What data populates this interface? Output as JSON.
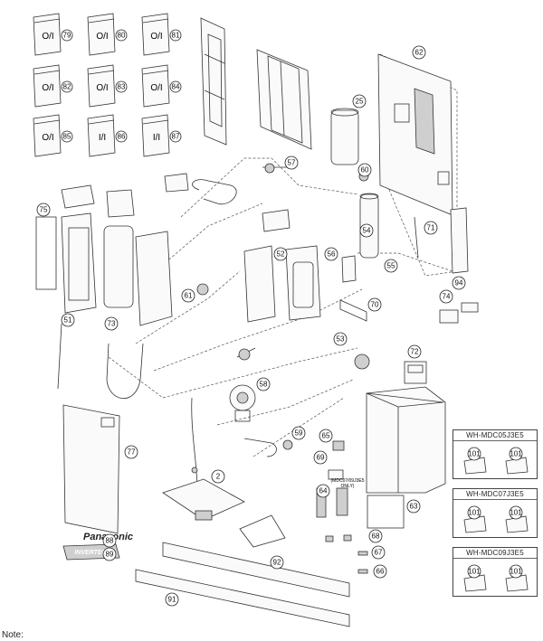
{
  "manuals": [
    {
      "label": "O/I",
      "number": "79"
    },
    {
      "label": "O/I",
      "number": "80"
    },
    {
      "label": "O/I",
      "number": "81"
    },
    {
      "label": "O/I",
      "number": "82"
    },
    {
      "label": "O/I",
      "number": "83"
    },
    {
      "label": "O/I",
      "number": "84"
    },
    {
      "label": "O/I",
      "number": "85"
    },
    {
      "label": "I/I",
      "number": "86"
    },
    {
      "label": "I/I",
      "number": "87"
    }
  ],
  "callouts": [
    "2",
    "25",
    "51",
    "52",
    "53",
    "54",
    "55",
    "56",
    "57",
    "58",
    "59",
    "60",
    "61",
    "62",
    "63",
    "64",
    "65",
    "66",
    "67",
    "68",
    "69",
    "70",
    "71",
    "72",
    "73",
    "74",
    "75",
    "77",
    "88",
    "89",
    "91",
    "92",
    "94"
  ],
  "brand": {
    "name": "Panasonic",
    "sub": "INVERTER"
  },
  "note_small": "(MDC07/09J3E5\nONLY)",
  "models": [
    {
      "model": "WH-MDC05J3E5",
      "part": "101"
    },
    {
      "model": "WH-MDC07J3E5",
      "part": "101"
    },
    {
      "model": "WH-MDC09J3E5",
      "part": "101"
    }
  ],
  "footer_note": "Note:"
}
